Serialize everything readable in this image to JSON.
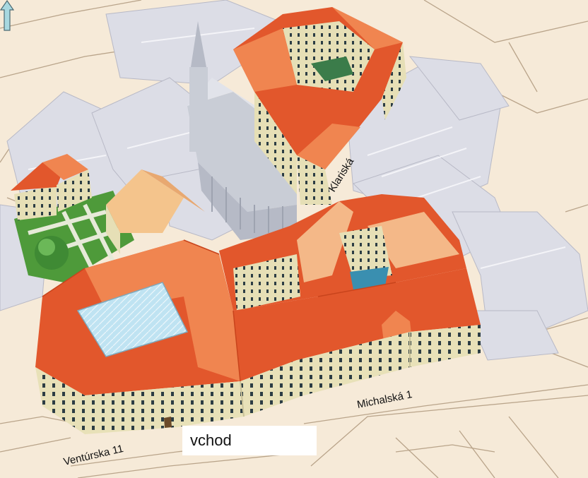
{
  "map": {
    "streets": {
      "michalska": "Michalská 1",
      "venturska": "Ventúrska 11",
      "klariska": "Klariská"
    },
    "entrance": {
      "label": "vchod",
      "arrow_icon": "up-arrow-icon"
    },
    "colors": {
      "ground": "#f6ead8",
      "street_lines": "#b9a48a",
      "roof_red": "#e2572c",
      "roof_orange": "#f08550",
      "roof_light": "#f4b888",
      "facade": "#e8e1b8",
      "ghost_buildings": "#dadbe4",
      "garden": "#4e9a3a",
      "glass_roof": "#bfe3f2",
      "church": "#c9cdd6",
      "entrance_arrow": "#a8d8e0"
    }
  }
}
